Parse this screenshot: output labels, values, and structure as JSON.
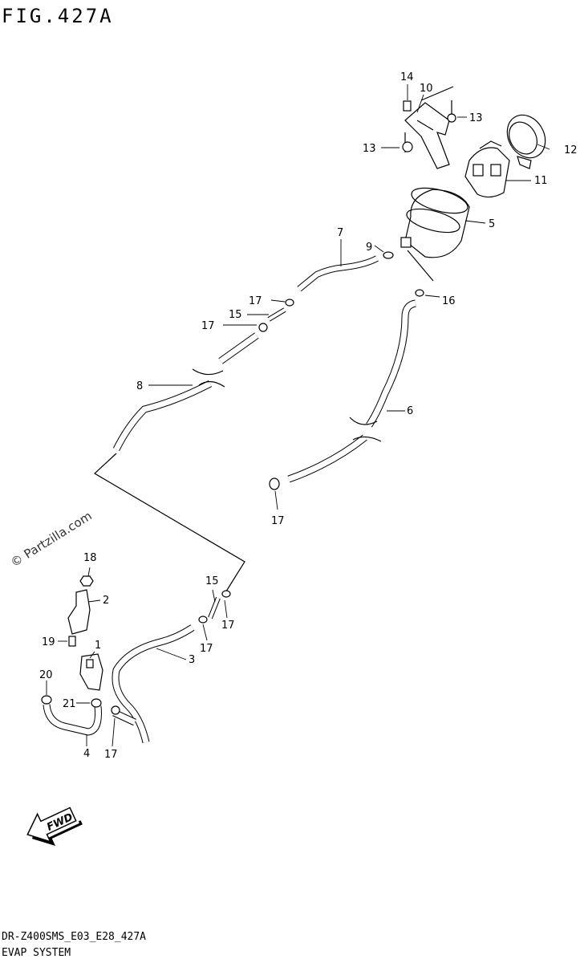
{
  "figure": {
    "title": "FIG.427A"
  },
  "footer": {
    "code": "DR-Z400SMS_E03_E28_427A",
    "name": "EVAP SYSTEM"
  },
  "watermark": "© Partzilla.com",
  "fwd_arrow": "FWD",
  "callouts": {
    "c1": "1",
    "c2": "2",
    "c3": "3",
    "c4": "4",
    "c5": "5",
    "c6": "6",
    "c7": "7",
    "c8": "8",
    "c9": "9",
    "c10": "10",
    "c11": "11",
    "c12": "12",
    "c13a": "13",
    "c13b": "13",
    "c14": "14",
    "c15a": "15",
    "c15b": "15",
    "c16": "16",
    "c17a": "17",
    "c17b": "17",
    "c17c": "17",
    "c17d": "17",
    "c17e": "17",
    "c17f": "17",
    "c18": "18",
    "c19": "19",
    "c20": "20",
    "c21": "21"
  }
}
